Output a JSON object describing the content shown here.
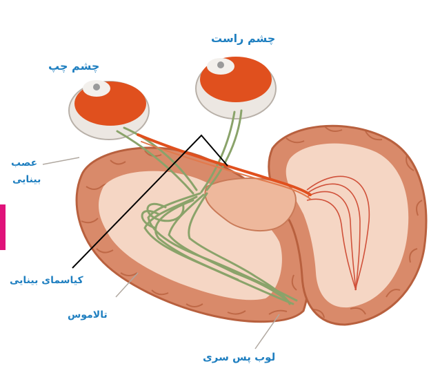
{
  "labels": {
    "right_eye": "چشم راست",
    "left_eye": "چشم چپ",
    "optic_nerve_line1": "عصب",
    "optic_nerve_line2": "بینایی",
    "optic_chiasm": "کیاسمای بینایی",
    "thalamus": "تالاموس",
    "occipital_lobe": "لوب پس سری"
  },
  "colors": {
    "label_text": "#1f7fc0",
    "eye_orange": "#e0501e",
    "nerve_green": "#8aa36a",
    "cortex": "#d98a6a",
    "white_matter": "#f5d6c4",
    "marker": "#e0127a"
  }
}
